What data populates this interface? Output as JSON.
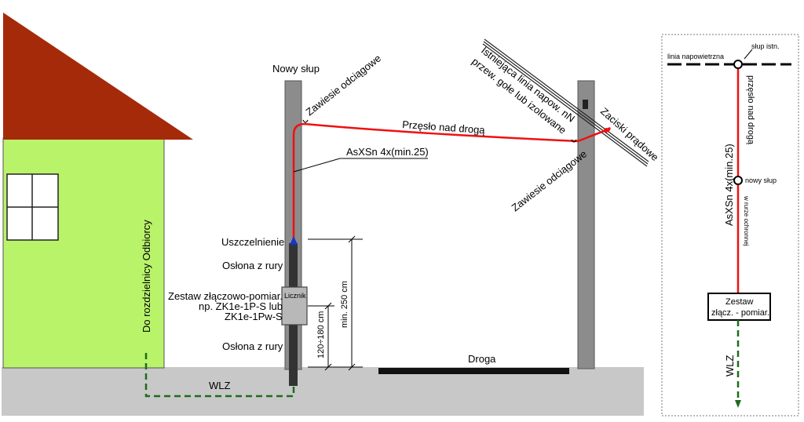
{
  "labels": {
    "new_pole": "Nowy słup",
    "tension_clamp_left": "Zawiesie odciągowe",
    "tension_clamp_right": "Zawiesie odciągowe",
    "span_over_road": "Przęsło nad drogą",
    "cable_type": "AsXSn 4x(min.25)",
    "existing_line_1": "Istniejąca linia napow. nN",
    "existing_line_2": "przew. gołe lub izolowane",
    "current_clamps": "Zaciski prądowe",
    "seal": "Uszczelnienie",
    "pipe_cover_top": "Osłona z rury",
    "pipe_cover_bottom": "Osłona z rury",
    "meter_set_1": "Zestaw złączowo-pomiar.",
    "meter_set_2": "np. ZK1e-1P-S lub",
    "meter_set_3": "ZK1e-1Pw-S",
    "meter": "Licznik",
    "dim_height_1": "min. 250 cm",
    "dim_height_2": "120÷180 cm",
    "road": "Droga",
    "wlz": "WLZ",
    "to_distribution": "Do rozdzielnicy Odbiorcy"
  },
  "schematic": {
    "overhead_line": "linia napowietrzna",
    "existing_pole": "słup istn.",
    "span_over_road": "przęsło nad drogą",
    "new_pole": "nowy słup",
    "cable_type": "AsXSn 4x(min.25)",
    "in_pipe": "w rurze ochronnej",
    "box_line_1": "Zestaw",
    "box_line_2": "złącz. - pomiar.",
    "wlz": "WLZ"
  },
  "colors": {
    "roof": "#a52a0a",
    "wall": "#b9f36a",
    "ground": "#c8c8c8",
    "pole": "#8c8c8c",
    "cable": "#ee1111",
    "wlz_line": "#1e6b1e",
    "road": "#111111",
    "seal": "#1a33cc"
  }
}
